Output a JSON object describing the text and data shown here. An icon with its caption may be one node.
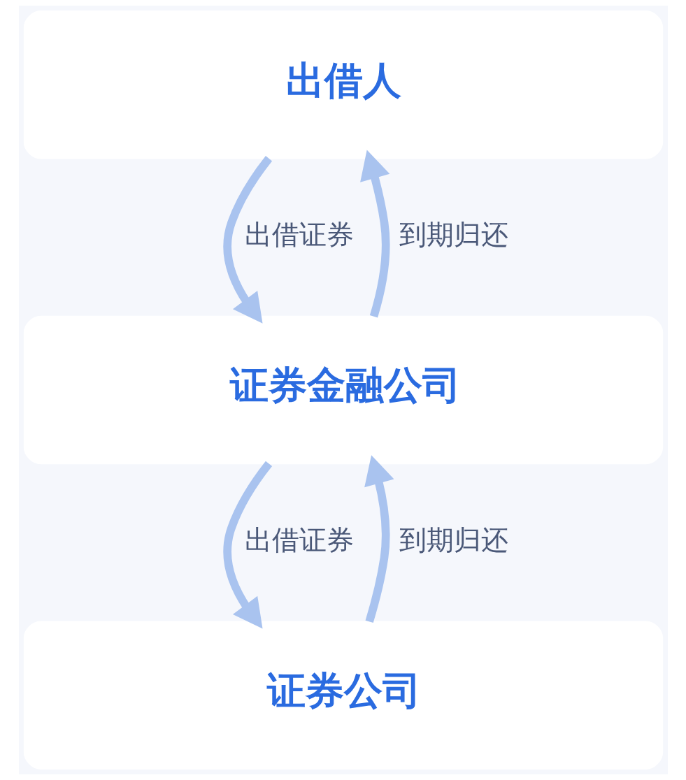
{
  "diagram": {
    "nodes": [
      {
        "text": [
          "出借人"
        ]
      },
      {
        "text": [
          "证券金融公司"
        ]
      },
      {
        "text": [
          "证券公司"
        ]
      }
    ],
    "edges": [
      {
        "from": 0,
        "to": 1,
        "arrow": "to",
        "label": "出借证券"
      },
      {
        "from": 1,
        "to": 0,
        "arrow": "to",
        "label": "到期归还"
      },
      {
        "from": 1,
        "to": 2,
        "arrow": "to",
        "label": "出借证券"
      },
      {
        "from": 2,
        "to": 1,
        "arrow": "to",
        "label": "到期归还"
      }
    ]
  }
}
